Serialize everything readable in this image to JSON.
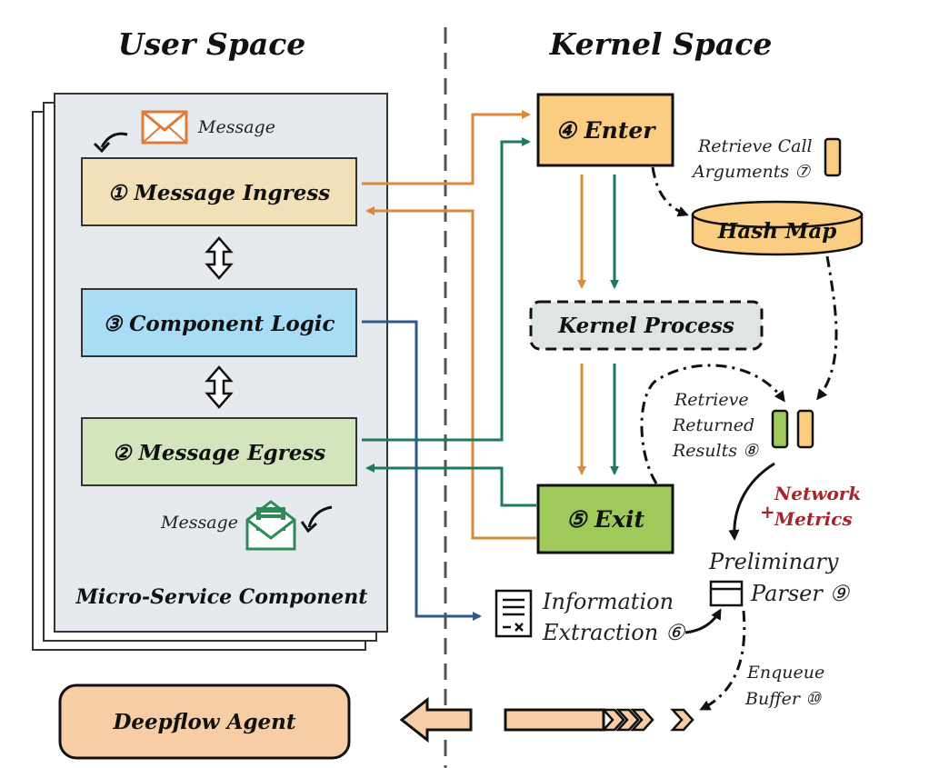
{
  "headings": {
    "user_space": "User Space",
    "kernel_space": "Kernel Space"
  },
  "user_boxes": {
    "ingress": "① Message Ingress",
    "logic": "③ Component Logic",
    "egress": "② Message Egress"
  },
  "kernel_boxes": {
    "enter": "④ Enter",
    "kernel_process": "Kernel Process",
    "exit": "⑤ Exit",
    "hash_map": "Hash Map"
  },
  "notes": {
    "message_in": "Message",
    "message_out": "Message",
    "retrieve_call_1": "Retrieve Call",
    "retrieve_call_2": "Arguments ⑦",
    "retrieve_returned_1": "Retrieve",
    "retrieve_returned_2": "Returned",
    "retrieve_returned_3": "Results ⑧",
    "network_plus": "+",
    "network_1": "Network",
    "network_2": "Metrics",
    "parser_1": "Preliminary",
    "parser_2": "Parser ⑨",
    "info_1": "Information",
    "info_2": "Extraction ⑥",
    "enqueue_1": "Enqueue",
    "enqueue_2": "Buffer ⑩"
  },
  "component_label": "Micro-Service Component",
  "agent_label": "Deepflow  Agent",
  "colors": {
    "orange_arrow": "#d98a3a",
    "green_arrow": "#1f7a5a",
    "blue_arrow": "#2f5a8a",
    "ingress_fill": "#f2e0b8",
    "logic_fill": "#a9dcf5",
    "egress_fill": "#d3e5bd",
    "enter_fill": "#fbcd83",
    "exit_fill": "#9fc95a",
    "kernel_process_fill": "#dfe6e2",
    "agent_fill": "#f6cda5",
    "panel_fill": "#e6eaef",
    "envelope_orange": "#e07a35",
    "envelope_green": "#2f8a5a"
  },
  "icons": [
    "envelope-icon",
    "open-envelope-icon",
    "document-icon",
    "window-icon",
    "curved-arrow-icon",
    "double-arrow-icon",
    "chevron-icon"
  ]
}
